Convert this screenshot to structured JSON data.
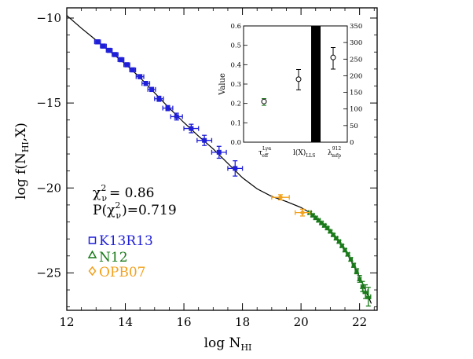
{
  "chart_data": [
    {
      "type": "scatter",
      "title": "",
      "xlabel_main": "log N",
      "xlabel_sub": "HI",
      "ylabel_main": "log f(N",
      "ylabel_sub": "HI",
      "ylabel_tail": ",X)",
      "xlim": [
        12,
        22.6
      ],
      "ylim": [
        -27.2,
        -9.4
      ],
      "x_ticks": [
        12,
        14,
        16,
        18,
        20,
        22
      ],
      "y_ticks": [
        -10,
        -15,
        -20,
        -25
      ],
      "grid": false,
      "annotations": {
        "chi2_line1": "= 0.86",
        "chi2_line2": "=0.719",
        "chi_symbol": "χ",
        "nu_sub": "ν",
        "sup_2": "2",
        "p_prefix": "P(",
        "p_close": ")"
      },
      "legend": [
        {
          "label": "K13R13",
          "marker": "square",
          "color": "#1f1fd8"
        },
        {
          "label": "N12",
          "marker": "triangle",
          "color": "#1a7a1a"
        },
        {
          "label": "OPB07",
          "marker": "diamond",
          "color": "#f2a11c"
        }
      ],
      "model_curve": {
        "x": [
          12.0,
          12.5,
          13.0,
          13.5,
          14.0,
          14.5,
          15.0,
          15.5,
          16.0,
          16.5,
          17.0,
          17.5,
          18.0,
          18.5,
          19.0,
          19.5,
          20.0,
          20.3,
          20.6,
          20.9,
          21.2,
          21.5,
          21.8,
          22.1,
          22.4
        ],
        "y": [
          -9.85,
          -10.6,
          -11.3,
          -12.0,
          -12.7,
          -13.5,
          -14.4,
          -15.3,
          -16.15,
          -16.95,
          -17.7,
          -18.55,
          -19.4,
          -20.05,
          -20.5,
          -20.8,
          -21.15,
          -21.45,
          -21.85,
          -22.35,
          -22.95,
          -23.65,
          -24.55,
          -25.6,
          -26.8
        ]
      },
      "series": [
        {
          "name": "K13R13",
          "color": "#1f1fd8",
          "marker": "square",
          "x": [
            13.05,
            13.25,
            13.45,
            13.65,
            13.85,
            14.05,
            14.25,
            14.5,
            14.7,
            14.9,
            15.15,
            15.45,
            15.75,
            16.25,
            16.7,
            17.2,
            17.75
          ],
          "y": [
            -11.4,
            -11.65,
            -11.9,
            -12.15,
            -12.45,
            -12.75,
            -13.05,
            -13.45,
            -13.85,
            -14.2,
            -14.75,
            -15.3,
            -15.8,
            -16.5,
            -17.2,
            -17.9,
            -18.85
          ],
          "xerr": [
            0.1,
            0.1,
            0.1,
            0.1,
            0.1,
            0.1,
            0.1,
            0.13,
            0.13,
            0.13,
            0.15,
            0.17,
            0.2,
            0.25,
            0.25,
            0.25,
            0.25
          ],
          "yerr": [
            0.12,
            0.12,
            0.12,
            0.12,
            0.12,
            0.12,
            0.12,
            0.12,
            0.12,
            0.12,
            0.15,
            0.15,
            0.2,
            0.25,
            0.3,
            0.35,
            0.45
          ]
        },
        {
          "name": "N12",
          "color": "#1a7a1a",
          "marker": "triangle",
          "x": [
            20.3,
            20.4,
            20.5,
            20.6,
            20.7,
            20.8,
            20.9,
            21.0,
            21.1,
            21.2,
            21.3,
            21.4,
            21.5,
            21.6,
            21.7,
            21.8,
            21.9,
            22.0,
            22.1,
            22.2,
            22.3
          ],
          "y": [
            -21.45,
            -21.6,
            -21.75,
            -21.9,
            -22.05,
            -22.2,
            -22.35,
            -22.55,
            -22.75,
            -22.95,
            -23.15,
            -23.4,
            -23.65,
            -23.9,
            -24.2,
            -24.55,
            -24.9,
            -25.35,
            -25.8,
            -26.1,
            -26.4
          ],
          "xerr": [
            0.05,
            0.05,
            0.05,
            0.05,
            0.05,
            0.05,
            0.05,
            0.05,
            0.05,
            0.05,
            0.05,
            0.05,
            0.05,
            0.05,
            0.05,
            0.05,
            0.05,
            0.05,
            0.05,
            0.08,
            0.08
          ],
          "yerr": [
            0.06,
            0.06,
            0.06,
            0.06,
            0.06,
            0.06,
            0.06,
            0.06,
            0.06,
            0.06,
            0.07,
            0.07,
            0.08,
            0.08,
            0.1,
            0.12,
            0.15,
            0.2,
            0.3,
            0.4,
            0.55
          ]
        },
        {
          "name": "OPB07",
          "color": "#f2a11c",
          "marker": "diamond",
          "x": [
            19.3,
            20.05
          ],
          "y": [
            -20.55,
            -21.45
          ],
          "xerr": [
            0.3,
            0.25
          ],
          "yerr": [
            0.15,
            0.2
          ]
        }
      ]
    },
    {
      "type": "scatter",
      "title": "",
      "ylabel": "Value",
      "ylim_left": [
        0,
        0.6
      ],
      "ylim_right": [
        0,
        350
      ],
      "left_ticks": [
        "0.0",
        "0.1",
        "0.2",
        "0.3",
        "0.4",
        "0.5",
        "0.6"
      ],
      "right_ticks": [
        "0",
        "50",
        "100",
        "150",
        "200",
        "250",
        "300",
        "350"
      ],
      "categories": [
        {
          "base": "τ",
          "sub": "eff",
          "sup": "Lyα"
        },
        {
          "base": "l(X)",
          "sub": "LLS",
          "sup": ""
        },
        {
          "base": "λ",
          "sub": "mfp",
          "sup": "912"
        }
      ],
      "points": [
        {
          "category": 0,
          "axis": "left",
          "value": 0.21,
          "err_low": 0.19,
          "err_high": 0.225,
          "color": "#1a7a1a"
        },
        {
          "category": 1,
          "axis": "left",
          "value": 0.325,
          "err_low": 0.27,
          "err_high": 0.375,
          "color": "#000000"
        },
        {
          "category": 2,
          "axis": "right",
          "value": 255,
          "err_low": 220,
          "err_high": 285,
          "color": "#000000"
        }
      ],
      "bar": {
        "from": 0,
        "to": 0.6
      }
    }
  ]
}
